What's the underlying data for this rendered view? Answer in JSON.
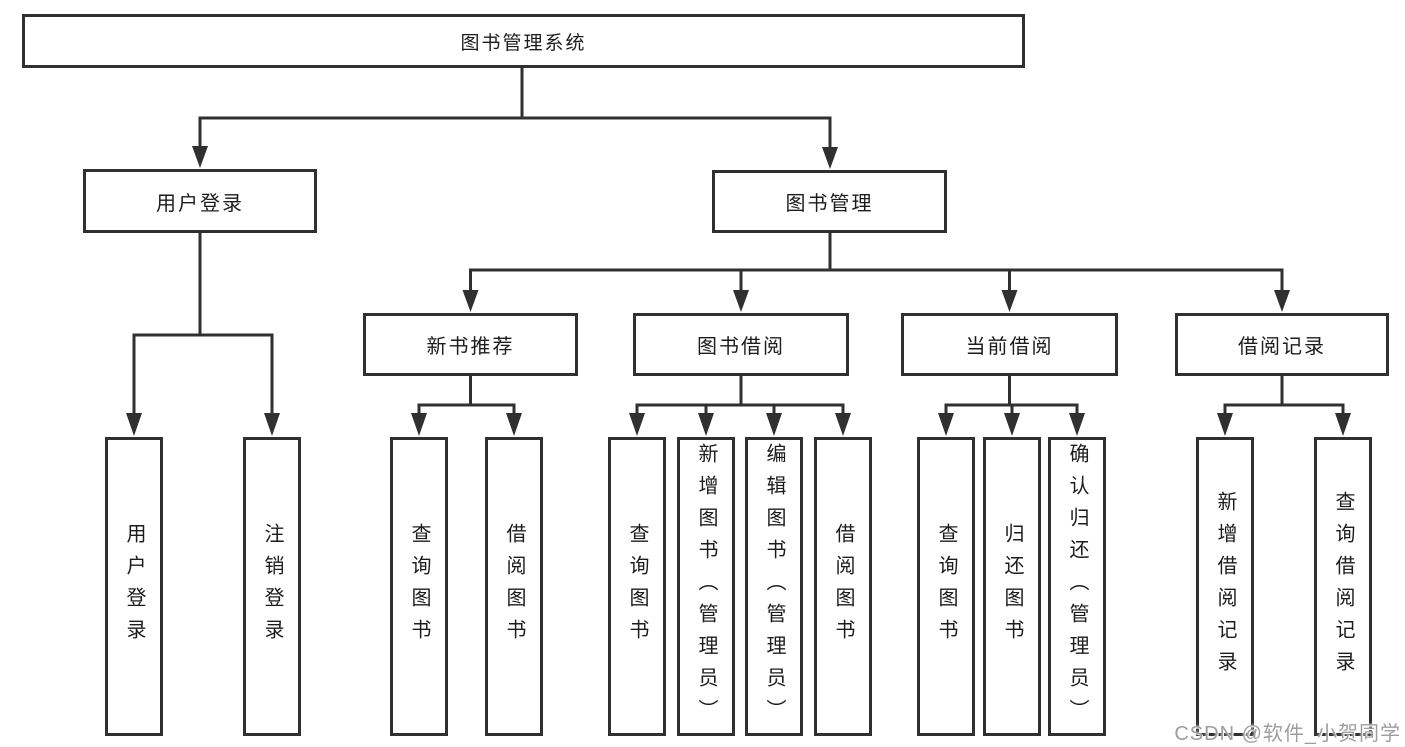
{
  "root": {
    "label": "图书管理系统"
  },
  "level2": [
    {
      "label": "用户登录"
    },
    {
      "label": "图书管理"
    }
  ],
  "level3": [
    {
      "label": "新书推荐"
    },
    {
      "label": "图书借阅"
    },
    {
      "label": "当前借阅"
    },
    {
      "label": "借阅记录"
    }
  ],
  "leaves": [
    {
      "label": "用户登录"
    },
    {
      "label": "注销登录"
    },
    {
      "label": "查询图书"
    },
    {
      "label": "借阅图书"
    },
    {
      "label": "查询图书"
    },
    {
      "label": "新增图书（管理员）"
    },
    {
      "label": "编辑图书（管理员）"
    },
    {
      "label": "借阅图书"
    },
    {
      "label": "查询图书"
    },
    {
      "label": "归还图书"
    },
    {
      "label": "确认归还（管理员）"
    },
    {
      "label": "新增借阅记录"
    },
    {
      "label": "查询借阅记录"
    }
  ],
  "watermark": "CSDN @软件_小贺同学",
  "colors": {
    "line": "#303030",
    "text": "#1c1c1c",
    "watermark": "#9e9e9e",
    "background": "#ffffff"
  }
}
